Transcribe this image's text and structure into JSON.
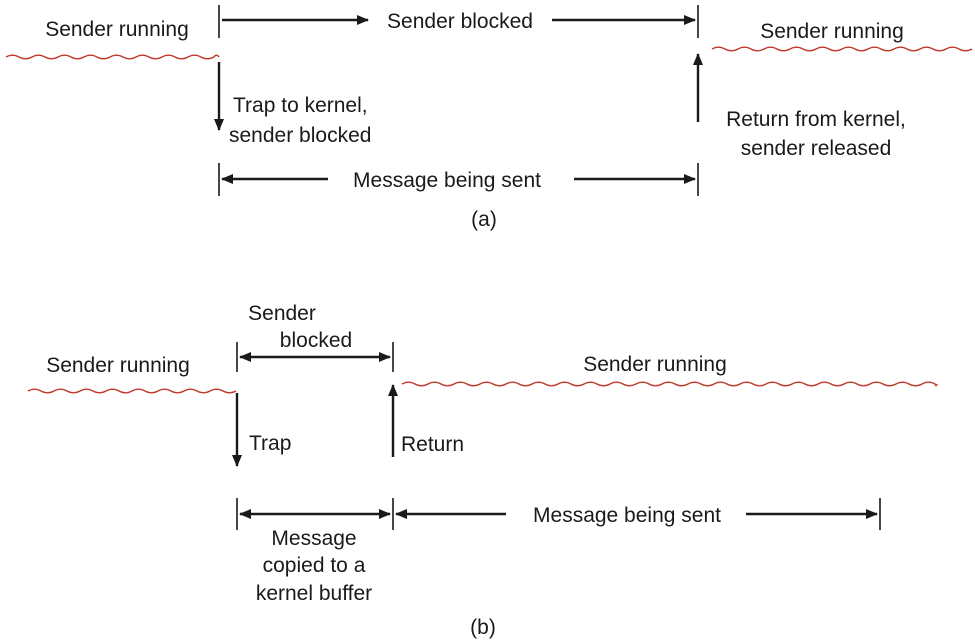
{
  "part_a": {
    "left_state": "Sender running",
    "blocked_span": "Sender blocked",
    "right_state": "Sender running",
    "trap_line1": "Trap to kernel,",
    "trap_line2": "sender blocked",
    "return_line1": "Return from kernel,",
    "return_line2": "sender released",
    "message_span": "Message being sent",
    "caption": "(a)"
  },
  "part_b": {
    "left_state": "Sender running",
    "blocked_line1": "Sender",
    "blocked_line2": "blocked",
    "right_state": "Sender running",
    "trap": "Trap",
    "return": "Return",
    "copy_line1": "Message",
    "copy_line2": "copied to a",
    "copy_line3": "kernel buffer",
    "message_span": "Message being sent",
    "caption": "(b)"
  },
  "colors": {
    "timeline": "#c0392b",
    "ink": "#1a1a1a"
  }
}
